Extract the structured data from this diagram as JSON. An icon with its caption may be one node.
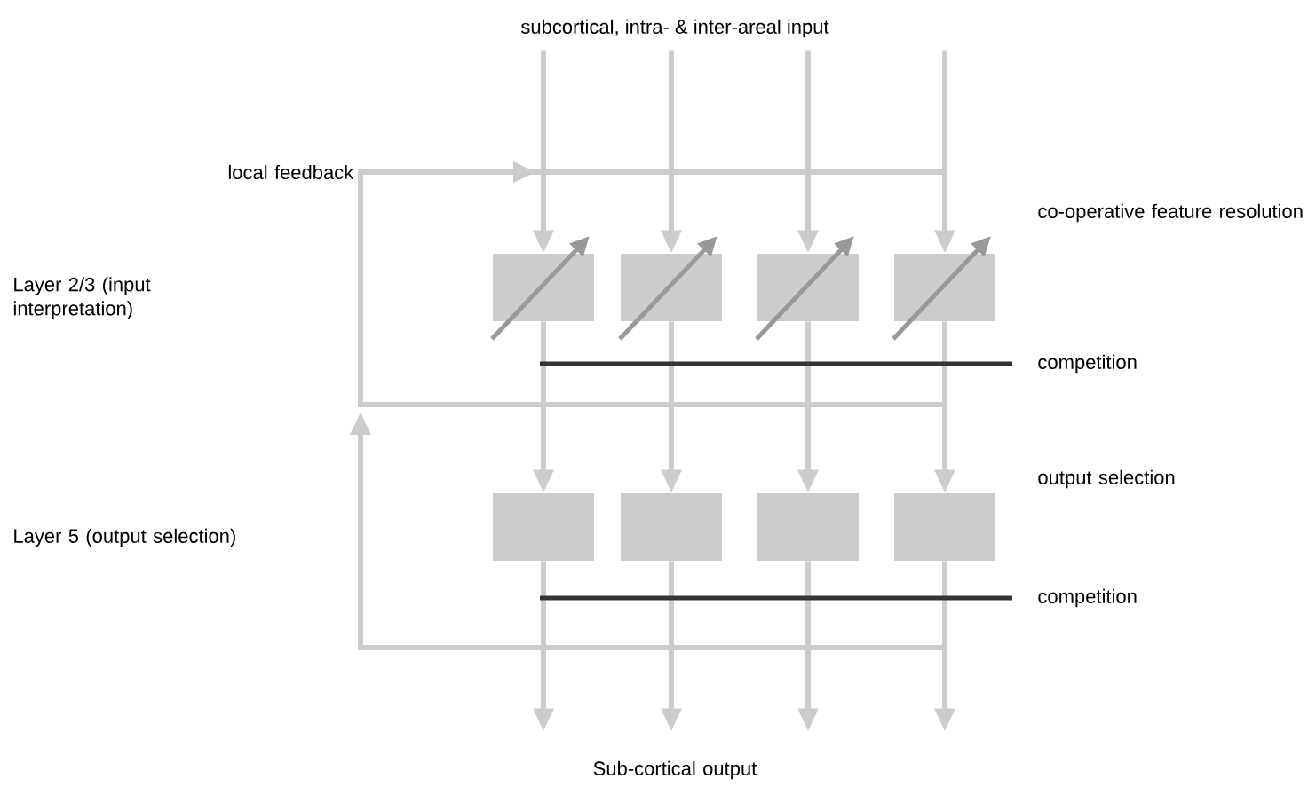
{
  "diagram": {
    "nodes": [
      {
        "text": [
          "subcortical, intra- & inter-areal input"
        ]
      },
      {
        "text": [],
        "shape": "box"
      },
      {
        "text": [],
        "shape": "box"
      },
      {
        "text": [],
        "shape": "box"
      },
      {
        "text": [],
        "shape": "box"
      },
      {
        "text": [],
        "shape": "box"
      },
      {
        "text": [],
        "shape": "box"
      },
      {
        "text": [],
        "shape": "box"
      },
      {
        "text": [],
        "shape": "box"
      }
    ],
    "edges": [
      {
        "from": 0,
        "to": 1,
        "arrow": "to"
      },
      {
        "from": 0,
        "to": 2,
        "arrow": "to"
      },
      {
        "from": 0,
        "to": 3,
        "arrow": "to"
      },
      {
        "from": 0,
        "to": 4,
        "arrow": "to"
      },
      {
        "from": 1,
        "to": 5,
        "arrow": "to"
      },
      {
        "from": 2,
        "to": 6,
        "arrow": "to"
      },
      {
        "from": 3,
        "to": 7,
        "arrow": "to"
      },
      {
        "from": 4,
        "to": 8,
        "arrow": "to"
      },
      {
        "from": 5,
        "to": null,
        "arrow": "to"
      },
      {
        "from": 6,
        "to": null,
        "arrow": "to"
      },
      {
        "from": 7,
        "to": null,
        "arrow": "to"
      },
      {
        "from": 8,
        "to": null,
        "arrow": "to"
      }
    ],
    "labels": [
      "local feedback",
      "co-operative feature resolution",
      "Layer 2/3 (input interpretation)",
      "competition",
      "Layer 5 (output selection)",
      "output selection",
      "competition",
      "Sub-cortical output"
    ]
  }
}
